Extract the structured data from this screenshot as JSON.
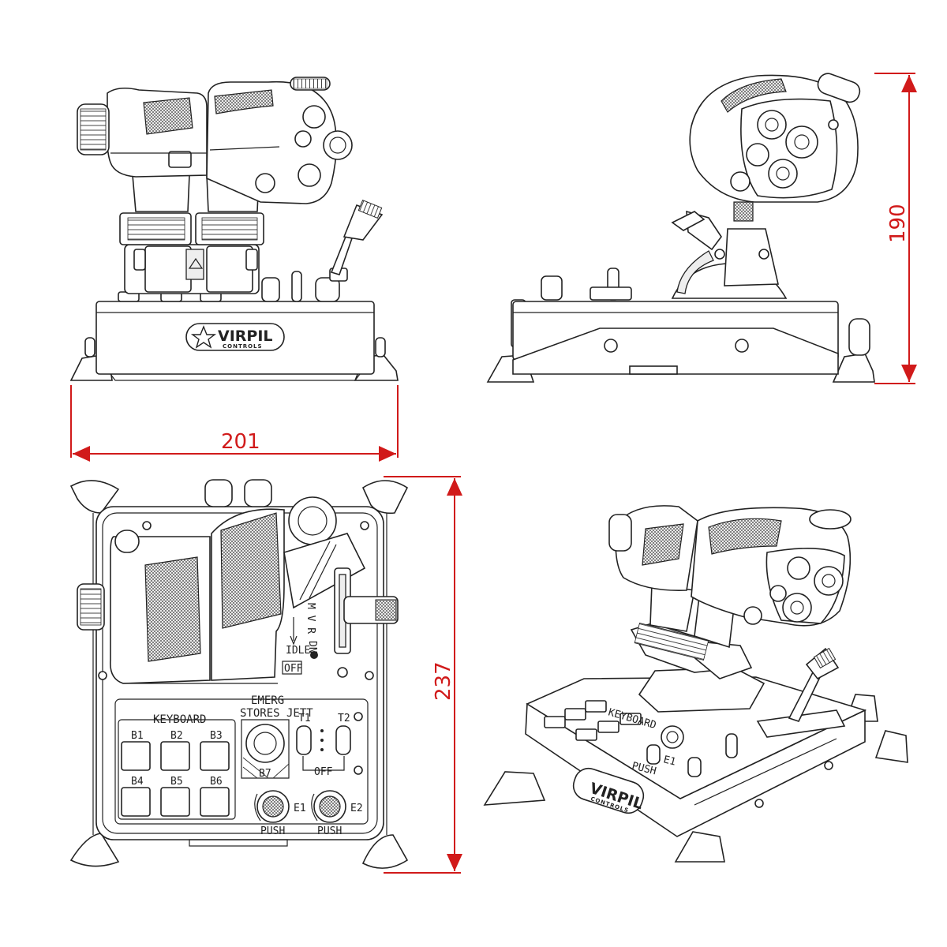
{
  "brand": {
    "name": "VIRPIL",
    "sub": "CONTROLS"
  },
  "dimensions": {
    "width": "201",
    "height": "190",
    "depth": "237"
  },
  "panel_labels": {
    "emerg": "EMERG",
    "stores_jett": "STORES JETT",
    "keyboard": "KEYBOARD",
    "t1": "T1",
    "t2": "T2",
    "off": "OFF",
    "b7": "B7",
    "idle": "IDLE",
    "idle_off": "OFF",
    "mvr": "M V R",
    "dn": "DN",
    "e1": "E1",
    "e2": "E2",
    "push1": "PUSH",
    "push2": "PUSH",
    "buttons": [
      "B1",
      "B2",
      "B3",
      "B4",
      "B5",
      "B6"
    ]
  },
  "iso_labels": {
    "keyboard": "KEYBOARD",
    "push": "PUSH",
    "e1": "E1"
  },
  "colors": {
    "dimension_line": "#d11a1a",
    "outline": "#222222"
  }
}
